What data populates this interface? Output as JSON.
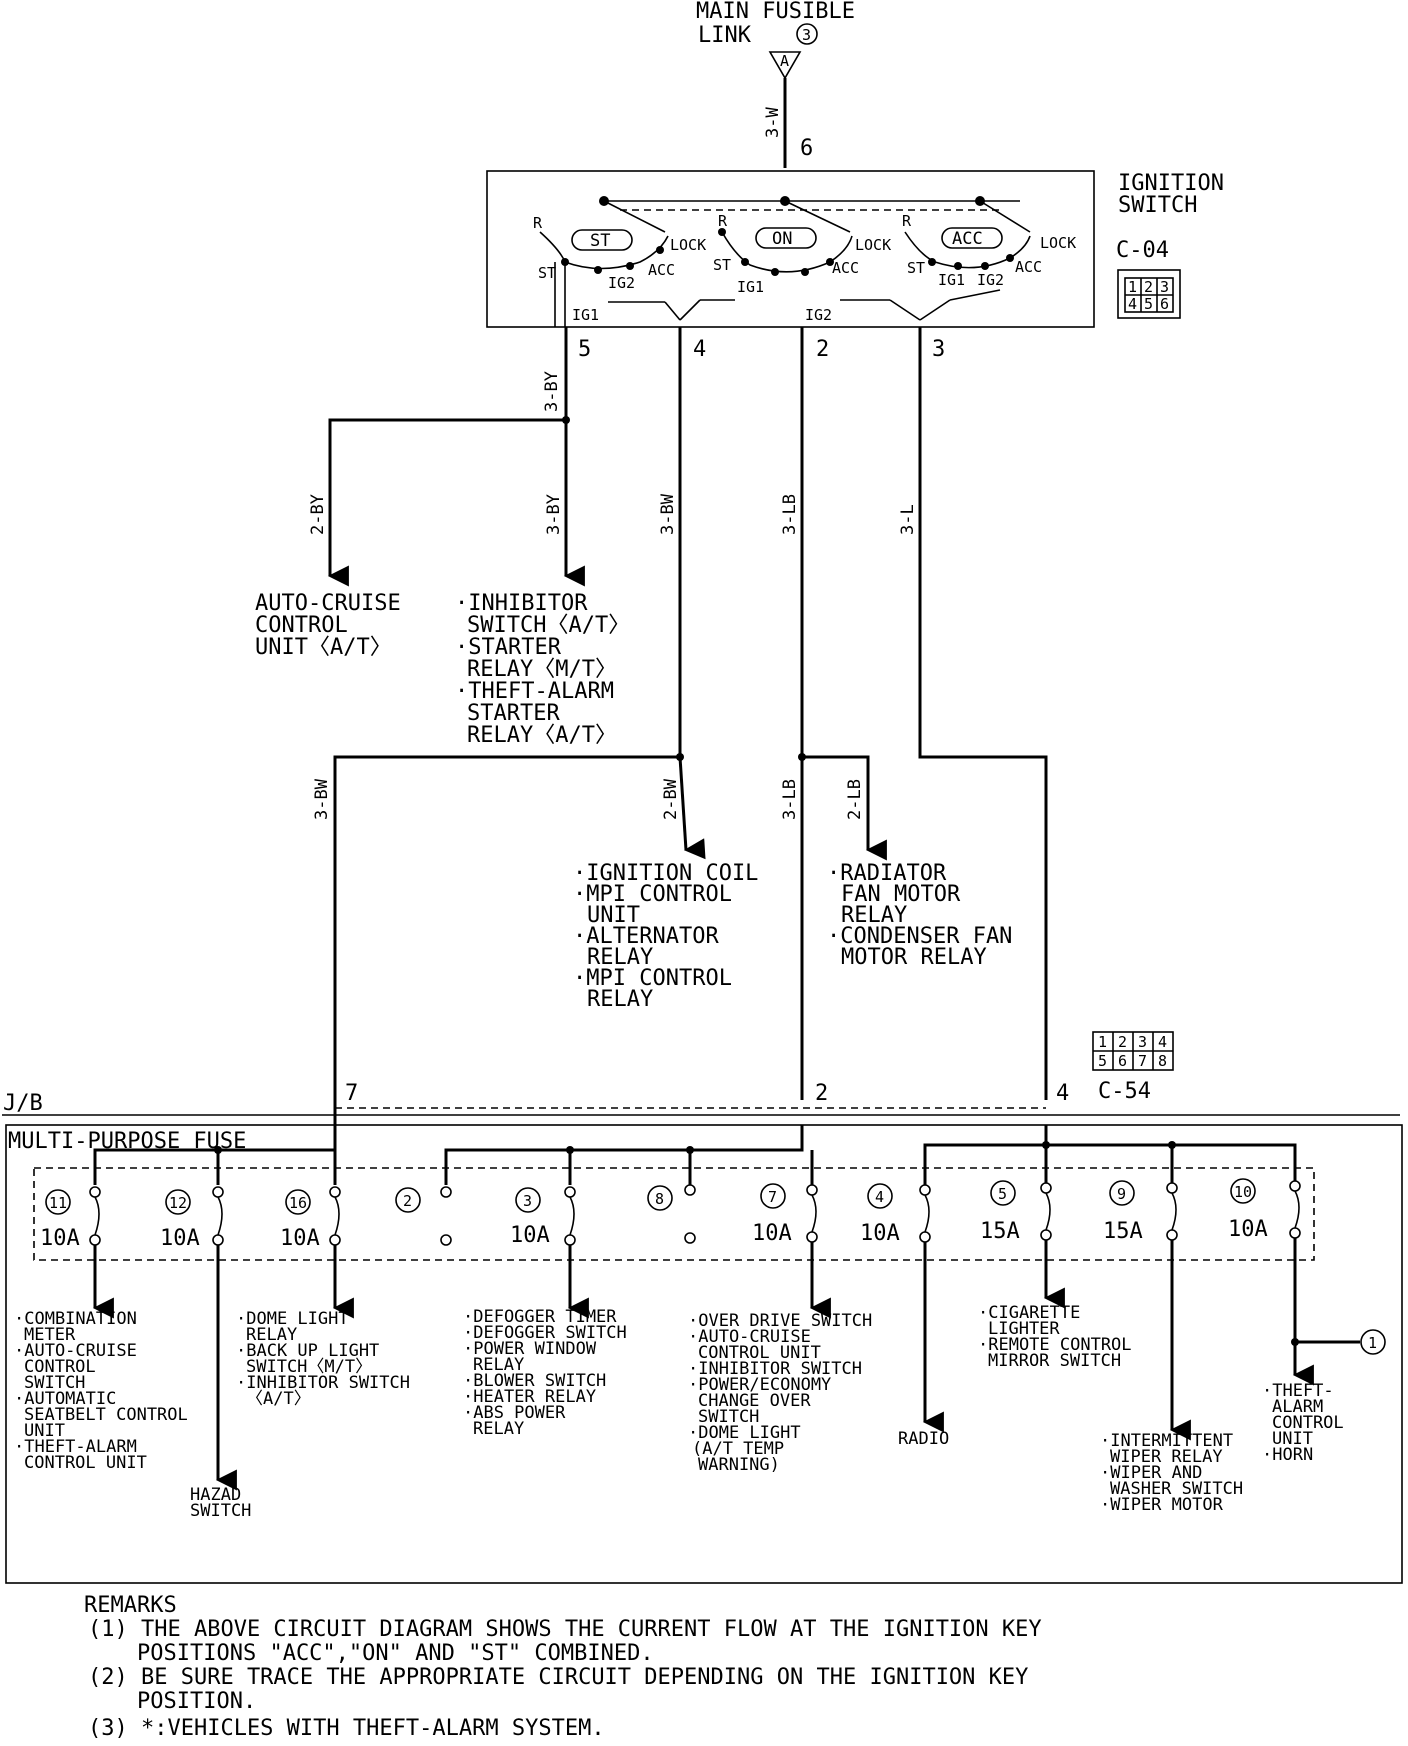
{
  "top": {
    "main_fusible_link_1": "MAIN FUSIBLE",
    "main_fusible_link_2": "LINK",
    "link_num": "3",
    "connector_a": "A"
  },
  "ignition_switch": {
    "title_1": "IGNITION",
    "title_2": "SWITCH",
    "connector": "C-04",
    "pins_top": [
      "1",
      "2",
      "3"
    ],
    "pins_bottom": [
      "4",
      "5",
      "6"
    ],
    "positions": [
      "ST",
      "ON",
      "ACC"
    ],
    "terminals": {
      "R": "R",
      "ST": "ST",
      "LOCK": "LOCK",
      "ACC": "ACC",
      "IG1": "IG1",
      "IG2": "IG2"
    },
    "pin_in": "6",
    "pin_5": "5",
    "pin_4": "4",
    "pin_2": "2",
    "pin_3": "3"
  },
  "wires": {
    "w_3W": "3-W",
    "w_3BY_top": "3-BY",
    "w_2BY": "2-BY",
    "w_3BY": "3-BY",
    "w_3BW": "3-BW",
    "w_3LB": "3-LB",
    "w_3L": "3-L",
    "w_3BW_left": "3-BW",
    "w_2BW": "2-BW",
    "w_3LB_low": "3-LB",
    "w_2LB": "2-LB"
  },
  "destinations": {
    "auto_cruise": [
      "AUTO-CRUISE",
      "CONTROL",
      "UNIT〈A/T〉"
    ],
    "inhibitor": [
      "·INHIBITOR",
      "SWITCH〈A/T〉",
      "·STARTER",
      "RELAY〈M/T〉",
      "·THEFT-ALARM",
      "STARTER",
      "RELAY〈A/T〉"
    ],
    "ignition_coil": [
      "·IGNITION COIL",
      "·MPI CONTROL",
      "UNIT",
      "·ALTERNATOR",
      "RELAY",
      "·MPI CONTROL",
      "RELAY"
    ],
    "radiator": [
      "·RADIATOR",
      "FAN MOTOR",
      "RELAY",
      "·CONDENSER FAN",
      "MOTOR RELAY"
    ]
  },
  "jb": {
    "label": "J/B",
    "fuse_block": "MULTI-PURPOSE FUSE",
    "connector": "C-54",
    "pins_top": [
      "1",
      "2",
      "3",
      "4"
    ],
    "pins_bottom": [
      "5",
      "6",
      "7",
      "8"
    ],
    "pin_7": "7",
    "pin_2": "2",
    "pin_4": "4",
    "fuses": [
      {
        "num": "11",
        "amp": "10A"
      },
      {
        "num": "12",
        "amp": "10A"
      },
      {
        "num": "16",
        "amp": "10A"
      },
      {
        "num": "2",
        "amp": ""
      },
      {
        "num": "3",
        "amp": "10A"
      },
      {
        "num": "8",
        "amp": ""
      },
      {
        "num": "7",
        "amp": "10A"
      },
      {
        "num": "4",
        "amp": "10A"
      },
      {
        "num": "5",
        "amp": "15A"
      },
      {
        "num": "9",
        "amp": "15A"
      },
      {
        "num": "10",
        "amp": "10A"
      }
    ]
  },
  "loads": {
    "l11": [
      "·COMBINATION",
      "METER",
      "·AUTO-CRUISE",
      "CONTROL",
      "SWITCH",
      "·AUTOMATIC",
      "SEATBELT CONTROL",
      "UNIT",
      "·THEFT-ALARM",
      "CONTROL UNIT"
    ],
    "l12": [
      "HAZAD",
      "SWITCH"
    ],
    "l16": [
      "·DOME LIGHT",
      "RELAY",
      "·BACK UP LIGHT",
      "SWITCH〈M/T〉",
      "·INHIBITOR SWITCH",
      "〈A/T〉"
    ],
    "l3": [
      "·DEFOGGER TIMER",
      "·DEFOGGER SWITCH",
      "·POWER WINDOW",
      "RELAY",
      "·BLOWER SWITCH",
      "·HEATER RELAY",
      "·ABS POWER",
      "RELAY"
    ],
    "l7": [
      "·OVER DRIVE SWITCH",
      "·AUTO-CRUISE",
      "CONTROL UNIT",
      "·INHIBITOR SWITCH",
      "·POWER/ECONOMY",
      "CHANGE OVER",
      "SWITCH",
      "·DOME LIGHT",
      "(A/T TEMP",
      "WARNING)"
    ],
    "l4": [
      "RADIO"
    ],
    "l5": [
      "·CIGARETTE",
      "LIGHTER",
      "·REMOTE CONTROL",
      "MIRROR SWITCH"
    ],
    "l9": [
      "·INTERMITTENT",
      "WIPER RELAY",
      "·WIPER AND",
      "WASHER SWITCH",
      "·WIPER MOTOR"
    ],
    "l10": [
      "·THEFT-",
      "ALARM",
      "CONTROL",
      "UNIT",
      "·HORN"
    ],
    "ref": "1"
  },
  "remarks": {
    "title": "REMARKS",
    "r1a": "(1) THE ABOVE CIRCUIT DIAGRAM SHOWS THE CURRENT FLOW AT THE IGNITION KEY",
    "r1b": "POSITIONS \"ACC\",\"ON\" AND \"ST\" COMBINED.",
    "r2a": "(2) BE SURE TRACE THE APPROPRIATE CIRCUIT DEPENDING ON THE IGNITION KEY",
    "r2b": "POSITION.",
    "r3": "(3) *:VEHICLES WITH THEFT-ALARM SYSTEM."
  }
}
